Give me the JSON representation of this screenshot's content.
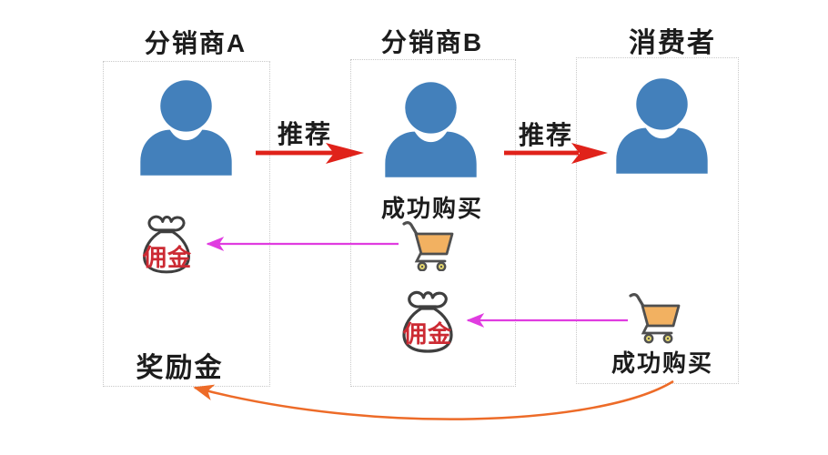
{
  "columns": [
    {
      "id": "distributor-a",
      "title": "分销商A"
    },
    {
      "id": "distributor-b",
      "title": "分销商B"
    },
    {
      "id": "consumer",
      "title": "消费者"
    }
  ],
  "flow": {
    "refer_ab_label": "推荐",
    "refer_bc_label": "推荐",
    "purchase_b_label": "成功购买",
    "purchase_c_label": "成功购买",
    "commission_a_label": "佣金",
    "commission_b_label": "佣金",
    "reward_label": "奖励金"
  },
  "icons": {
    "person": "person-icon",
    "cart": "shopping-cart-icon",
    "money_bag": "money-bag-icon",
    "refer_arrow": "red-arrow-right-icon",
    "commission_arrow": "magenta-arrow-left-icon",
    "reward_arrow": "orange-curved-arrow-icon"
  },
  "colors": {
    "person_blue": "#4380bb",
    "refer_arrow_red": "#e0221a",
    "commission_arrow_magenta": "#e03ce0",
    "reward_arrow_orange": "#ed6b28",
    "cart_body_orange": "#f2b161",
    "cart_wheel_yellow": "#e3d66e",
    "icon_outline_gray": "#4f4f4f",
    "commission_text_red": "#cc2a33",
    "box_border_gray": "#c9c9c9",
    "text_black": "#1c1c1c"
  }
}
